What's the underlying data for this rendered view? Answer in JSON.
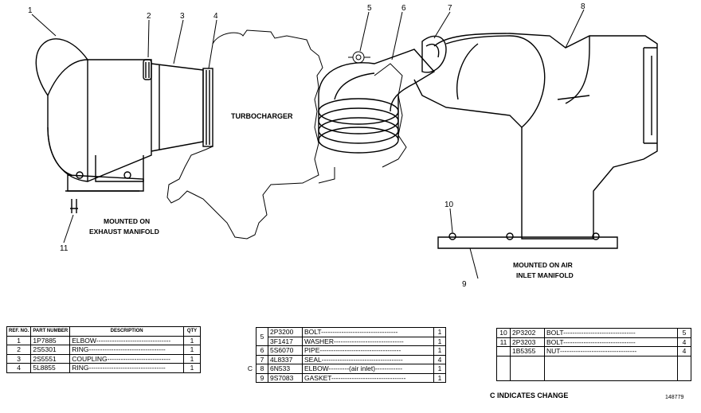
{
  "diagram": {
    "callouts": [
      "1",
      "2",
      "3",
      "4",
      "5",
      "6",
      "7",
      "8",
      "9",
      "10",
      "11"
    ],
    "labels": {
      "turbocharger": "TURBOCHARGER",
      "exhaust_line1": "MOUNTED ON",
      "exhaust_line2": "EXHAUST MANIFOLD",
      "inlet_line1": "MOUNTED ON AIR",
      "inlet_line2": "INLET MANIFOLD"
    }
  },
  "table1": {
    "headers": {
      "ref": "REF. NO.",
      "part": "PART NUMBER",
      "desc": "DESCRIPTION",
      "qty": "QTY"
    },
    "rows": [
      {
        "ref": "1",
        "part": "1P7885",
        "desc": "ELBOW",
        "qty": "1"
      },
      {
        "ref": "2",
        "part": "2S5301",
        "desc": "RING",
        "qty": "1"
      },
      {
        "ref": "3",
        "part": "2S5551",
        "desc": "COUPLING",
        "qty": "1"
      },
      {
        "ref": "4",
        "part": "5L8855",
        "desc": "RING",
        "qty": "1"
      }
    ]
  },
  "table2": {
    "rows": [
      {
        "mark": "",
        "ref": "5",
        "part": "2P3200",
        "desc": "BOLT",
        "qty": "1"
      },
      {
        "mark": "",
        "ref": "",
        "part": "3F1417",
        "desc": "WASHER",
        "qty": "1"
      },
      {
        "mark": "",
        "ref": "6",
        "part": "5S6070",
        "desc": "PIPE",
        "qty": "1"
      },
      {
        "mark": "",
        "ref": "7",
        "part": "4L8337",
        "desc": "SEAL",
        "qty": "4"
      },
      {
        "mark": "C",
        "ref": "8",
        "part": "6N533",
        "desc": "ELBOW",
        "note": "(air inlet)",
        "qty": "1"
      },
      {
        "mark": "",
        "ref": "9",
        "part": "9S7083",
        "desc": "GASKET",
        "qty": "1"
      }
    ]
  },
  "table3": {
    "rows": [
      {
        "ref": "10",
        "part": "2P3202",
        "desc": "BOLT",
        "qty": "5"
      },
      {
        "ref": "11",
        "part": "2P3203",
        "desc": "BOLT",
        "qty": "4"
      },
      {
        "ref": "",
        "part": "1B5355",
        "desc": "NUT",
        "qty": "4"
      }
    ]
  },
  "footer": {
    "change_note": "C INDICATES CHANGE",
    "figure_no": "148779"
  }
}
